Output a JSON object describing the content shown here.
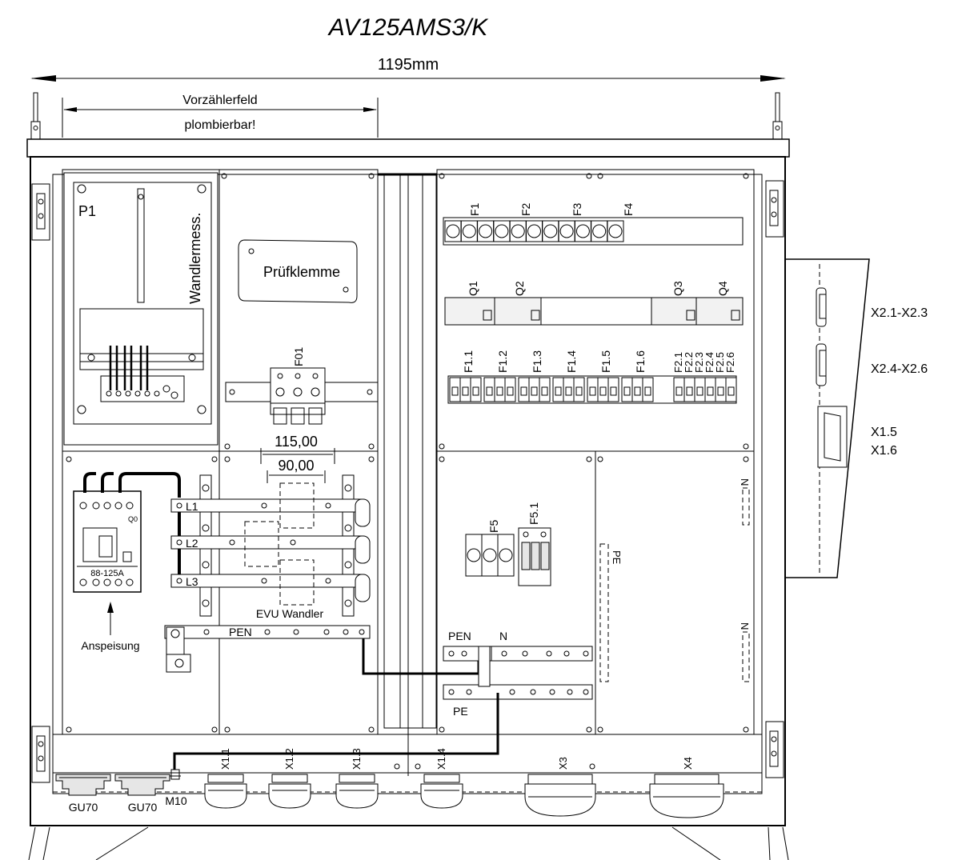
{
  "title": "AV125AMS3/K",
  "dimension_width": "1195mm",
  "meter_field": {
    "line1": "Vorzählerfeld",
    "line2": "plombierbar!"
  },
  "meter": {
    "id": "P1",
    "label": "Wandlermess."
  },
  "test_terminal": "Prüfklemme",
  "fuse_main": "F01",
  "dim_outer": "115,00",
  "dim_inner": "90,00",
  "top_fuses": [
    "F1",
    "F2",
    "F3",
    "F4"
  ],
  "rcds": [
    "Q1",
    "Q2",
    "Q3",
    "Q4"
  ],
  "mcbs_left": [
    "F1.1",
    "F1.2",
    "F1.3",
    "F1.4",
    "F1.5",
    "F1.6"
  ],
  "mcbs_right": [
    "F2.1",
    "F2.2",
    "F2.3",
    "F2.4",
    "F2.5",
    "F2.6"
  ],
  "sockets_right": [
    "X2.1-X2.3",
    "X2.4-X2.6",
    "X1.5",
    "X1.6"
  ],
  "breaker": {
    "id": "Q0",
    "rating": "88-125A",
    "feed": "Anspeisung"
  },
  "phases": [
    "L1",
    "L2",
    "L3"
  ],
  "transformer": "EVU Wandler",
  "bars": {
    "pen": "PEN",
    "n": "N",
    "pe": "PE"
  },
  "surge": {
    "f5": "F5",
    "f51": "F5.1"
  },
  "bottom": {
    "gland1": "GU70",
    "gland2": "GU70",
    "bolt": "M10",
    "outlets": [
      "X1.1",
      "X1.2",
      "X1.3",
      "X1.4"
    ],
    "cee": [
      "X3",
      "X4"
    ]
  },
  "colors": {
    "line": "#000000",
    "fill": "#ffffff",
    "shade": "#e6e6e6"
  }
}
